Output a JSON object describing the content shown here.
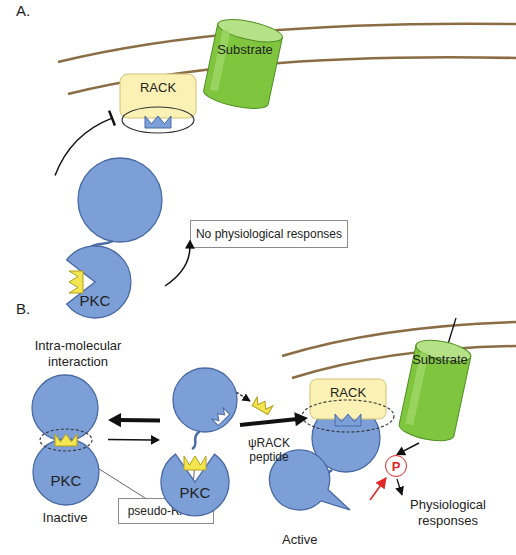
{
  "diagram": {
    "nodes": [
      {
        "text": [
          "RACK"
        ]
      },
      {
        "text": [
          "Substrate"
        ]
      },
      {
        "text": [
          "PKC"
        ]
      },
      {
        "text": [
          "No physiological responses"
        ]
      },
      {
        "text": [
          "PKC"
        ]
      },
      {
        "text": [
          "pseudo-RACK"
        ]
      },
      {
        "text": [
          "PKC"
        ]
      },
      {
        "text": [
          "RACK"
        ]
      },
      {
        "text": [
          "Substrate"
        ]
      },
      {
        "text": [
          "P"
        ]
      }
    ],
    "edges": [
      {
        "from": 2,
        "to": 0,
        "arrow": "to"
      },
      {
        "from": 2,
        "to": 3,
        "arrow": "to"
      },
      {
        "from": 6,
        "to": 4,
        "arrow": "to"
      },
      {
        "from": 4,
        "to": 6,
        "arrow": "to"
      },
      {
        "from": 6,
        "to": 7,
        "arrow": "to"
      },
      {
        "from": 8,
        "to": 9,
        "arrow": "to"
      }
    ],
    "labels": [
      "A.",
      "B.",
      "Intra-molecular interaction",
      "Inactive",
      "ψRACK peptide",
      "Active",
      "Physiological responses"
    ]
  }
}
